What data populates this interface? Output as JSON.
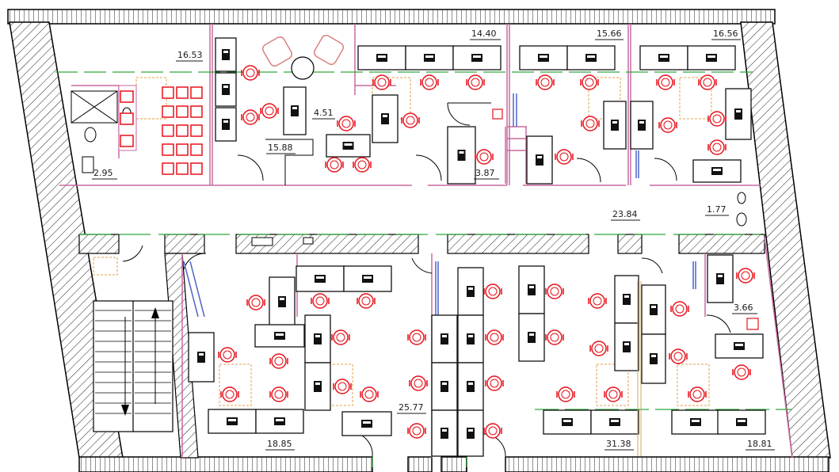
{
  "plan": {
    "room_areas": [
      {
        "id": "r1",
        "label": "16.53"
      },
      {
        "id": "r2",
        "label": "14.40"
      },
      {
        "id": "r3",
        "label": "15.66"
      },
      {
        "id": "r4",
        "label": "16.56"
      },
      {
        "id": "r5",
        "label": "4.51"
      },
      {
        "id": "r6",
        "label": "15.88"
      },
      {
        "id": "r7",
        "label": "2.95"
      },
      {
        "id": "r8",
        "label": "3.87"
      },
      {
        "id": "r9",
        "label": "23.84"
      },
      {
        "id": "r10",
        "label": "1.77"
      },
      {
        "id": "r11",
        "label": "3.66"
      },
      {
        "id": "r12",
        "label": "25.77"
      },
      {
        "id": "r13",
        "label": "18.85"
      },
      {
        "id": "r14",
        "label": "31.38"
      },
      {
        "id": "r15",
        "label": "18.81"
      }
    ],
    "colors": {
      "wall": "#000000",
      "hatch": "#222222",
      "chair": "#e8101a",
      "desk": "#111111",
      "partition": "#c86aa0",
      "guide_green": "#2fa83a",
      "column_orange": "#e2a24a",
      "window_blue": "#4a63c8",
      "armchair": "#d98080"
    }
  }
}
